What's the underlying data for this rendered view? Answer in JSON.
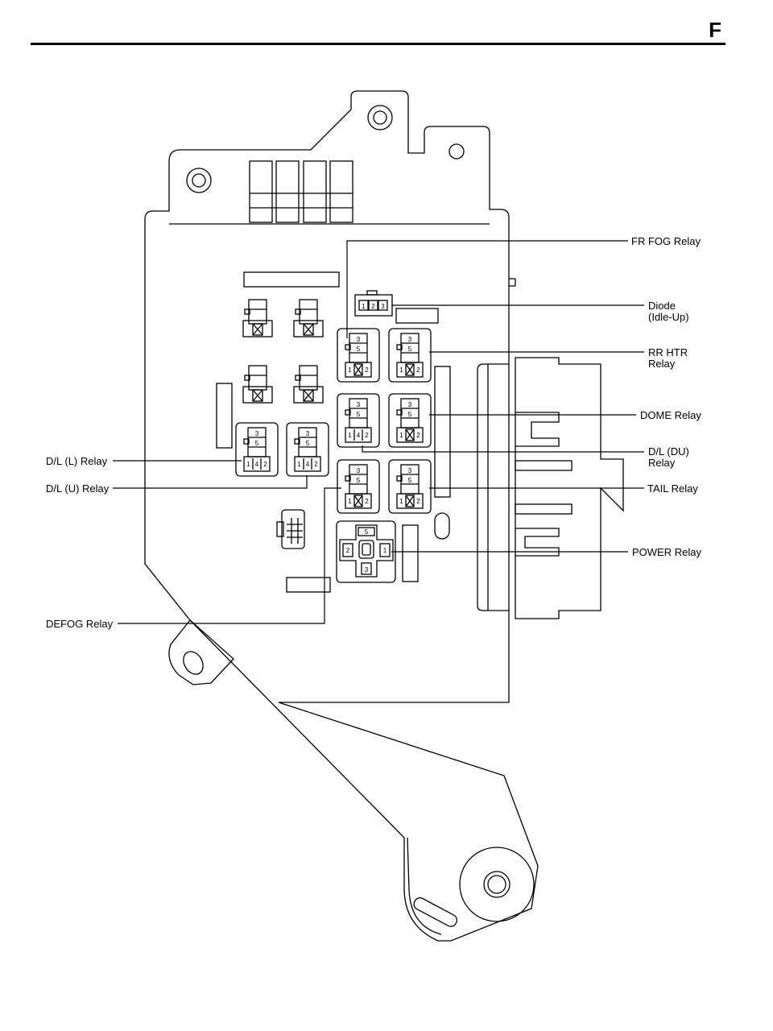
{
  "header": {
    "section_letter": "F"
  },
  "callouts": {
    "fr_fog": {
      "lines": [
        "FR FOG Relay"
      ]
    },
    "diode": {
      "lines": [
        "Diode",
        "(Idle-Up)"
      ]
    },
    "rr_htr": {
      "lines": [
        "RR HTR",
        "Relay"
      ]
    },
    "dome": {
      "lines": [
        "DOME Relay"
      ]
    },
    "dl_du": {
      "lines": [
        "D/L (DU)",
        "Relay"
      ]
    },
    "tail": {
      "lines": [
        "TAIL Relay"
      ]
    },
    "power": {
      "lines": [
        "POWER Relay"
      ]
    },
    "dl_l": {
      "lines": [
        "D/L (L) Relay"
      ]
    },
    "dl_u": {
      "lines": [
        "D/L (U) Relay"
      ]
    },
    "defog": {
      "lines": [
        "DEFOG Relay"
      ]
    }
  },
  "pins": {
    "top": [
      "3",
      "5"
    ],
    "bottom_x": [
      "1",
      "2"
    ],
    "bottom_142": [
      "1",
      "4",
      "2"
    ],
    "diode": [
      "1",
      "2",
      "3"
    ],
    "power": {
      "top": "5",
      "left": "2",
      "right": "1",
      "bottom": "3"
    }
  }
}
